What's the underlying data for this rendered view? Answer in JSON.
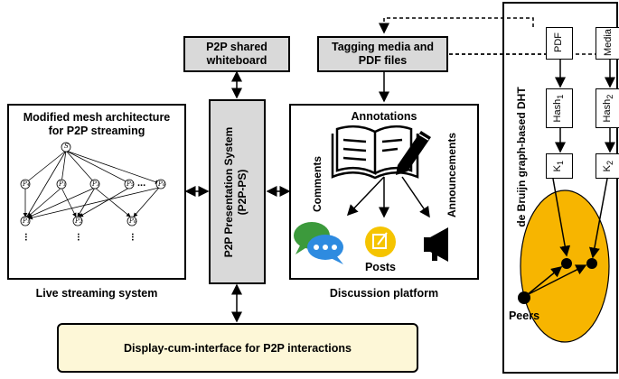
{
  "whiteboard": {
    "line1": "P2P shared",
    "line2": "whiteboard"
  },
  "tagging": {
    "line1": "Tagging media and",
    "line2": "PDF files"
  },
  "mesh": {
    "title1": "Modified mesh architecture",
    "title2": "for P2P streaming",
    "caption": "Live streaming system",
    "source_label": "S",
    "p_labels": [
      "P",
      "P",
      "P",
      "P",
      "P",
      "P"
    ],
    "p_subs": [
      "4",
      "1",
      "3",
      "5",
      "6",
      "2"
    ],
    "bottom_labels": [
      "P",
      "P",
      "P",
      "P"
    ],
    "bottom_subs": [
      "1",
      "2",
      "3",
      "6"
    ],
    "ellipsis": "..."
  },
  "p2pps": {
    "line1": "P2P Presentation System",
    "line2": "(P2P-PS)"
  },
  "discussion": {
    "annotations": "Annotations",
    "comments": "Comments",
    "announcements": "Announcements",
    "posts": "Posts",
    "caption": "Discussion platform"
  },
  "display": {
    "label": "Display-cum-interface for P2P interactions"
  },
  "dht": {
    "title": "de Bruijn graph-based DHT",
    "pdf": "PDF",
    "media": "Media",
    "hash1": "Hash",
    "hash1_sub": "1",
    "hash2": "Hash",
    "hash2_sub": "2",
    "k1": "K",
    "k1_sub": "1",
    "k2": "K",
    "k2_sub": "2",
    "peers": "Peers"
  },
  "colors": {
    "gray_fill": "#d9d9d9",
    "display_fill": "#fdf7d7",
    "dht_ellipse": "#f7b500",
    "comment_green": "#3c9a3c",
    "comment_blue": "#2e8be0",
    "posts_yellow": "#f5c400"
  },
  "icons": [
    "book-pen-icon",
    "chat-bubbles-icon",
    "posts-icon",
    "megaphone-icon"
  ]
}
